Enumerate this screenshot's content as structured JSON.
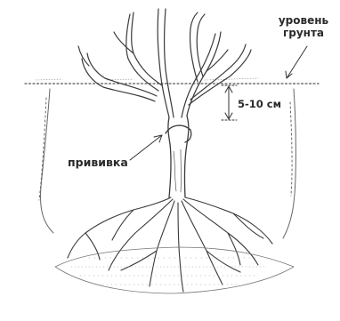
{
  "labels": {
    "soil_level_line1": "уровень",
    "soil_level_line2": "грунта",
    "depth": "5-10 см",
    "graft": "прививка"
  },
  "colors": {
    "ink": "#3a3a3a",
    "background": "#ffffff",
    "soil_line": "#555555"
  }
}
